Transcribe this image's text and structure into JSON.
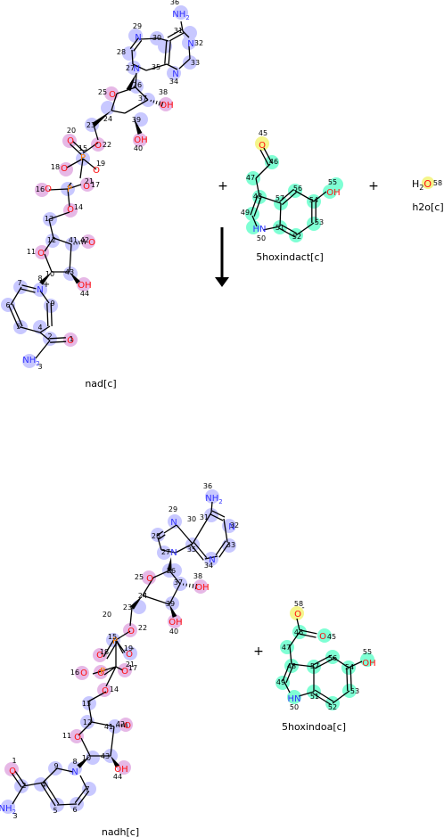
{
  "colors": {
    "bond": "#000000",
    "nitrogen": "#3232ff",
    "oxygen": "#ff0d0d",
    "phosphorus": "#ff8000",
    "label": "#000000",
    "atom_halo": "#c8c8ff",
    "oxygen_halo": "#e6b8e6",
    "mapped_halo": "#7fffd4",
    "oxygen_mapped_halo": "#f5f58a"
  },
  "operators": {
    "plus": "+"
  },
  "reaction": {
    "arrow": "reaction-arrow-down",
    "reactants": [
      {
        "id": "nad",
        "label": "nad[c]"
      },
      {
        "id": "5hoxindact",
        "label": "5hoxindact[c]"
      },
      {
        "id": "h2o",
        "label": "h2o[c]"
      }
    ],
    "products": [
      {
        "id": "nadh",
        "label": "nadh[c]"
      },
      {
        "id": "5hoxindoa",
        "label": "5hoxindoa[c]"
      }
    ]
  },
  "atom_text": {
    "nh2": "NH",
    "h2n": "H",
    "n": "N",
    "hn": "HN",
    "o": "O",
    "oh": "OH",
    "p": "P",
    "h": "H",
    "sub2": "2",
    "charge_plus": "+",
    "charge_minus": "-",
    "water_h": "H",
    "water_o": "O"
  },
  "atom_numbers": {
    "n1": "1",
    "n2": "2",
    "n3": "3",
    "n4": "4",
    "n5": "5",
    "n6": "6",
    "n7": "7",
    "n8": "8",
    "n9": "9",
    "n10": "10",
    "n11": "11",
    "n12": "12",
    "n13": "13",
    "n14": "14",
    "n15": "15",
    "n16": "16",
    "n17": "17",
    "n18": "18",
    "n19": "19",
    "n20": "20",
    "n21": "21",
    "n22": "22",
    "n23": "23",
    "n24": "24",
    "n25": "25",
    "n26": "26",
    "n27": "27",
    "n28": "28",
    "n29": "29",
    "n30": "30",
    "n31": "31",
    "n32": "32",
    "n33": "33",
    "n34": "34",
    "n35": "35",
    "n36": "36",
    "n37": "37",
    "n38": "38",
    "n39": "39",
    "n40": "40",
    "n41": "41",
    "n42": "42",
    "n43": "43",
    "n44": "44",
    "n45": "45",
    "n46": "46",
    "n47": "47",
    "n48": "48",
    "n49": "49",
    "n50": "50",
    "n51": "51",
    "n52": "52",
    "n53": "53",
    "n54": "54",
    "n55": "55",
    "n56": "56",
    "n57": "57",
    "n58": "58"
  }
}
